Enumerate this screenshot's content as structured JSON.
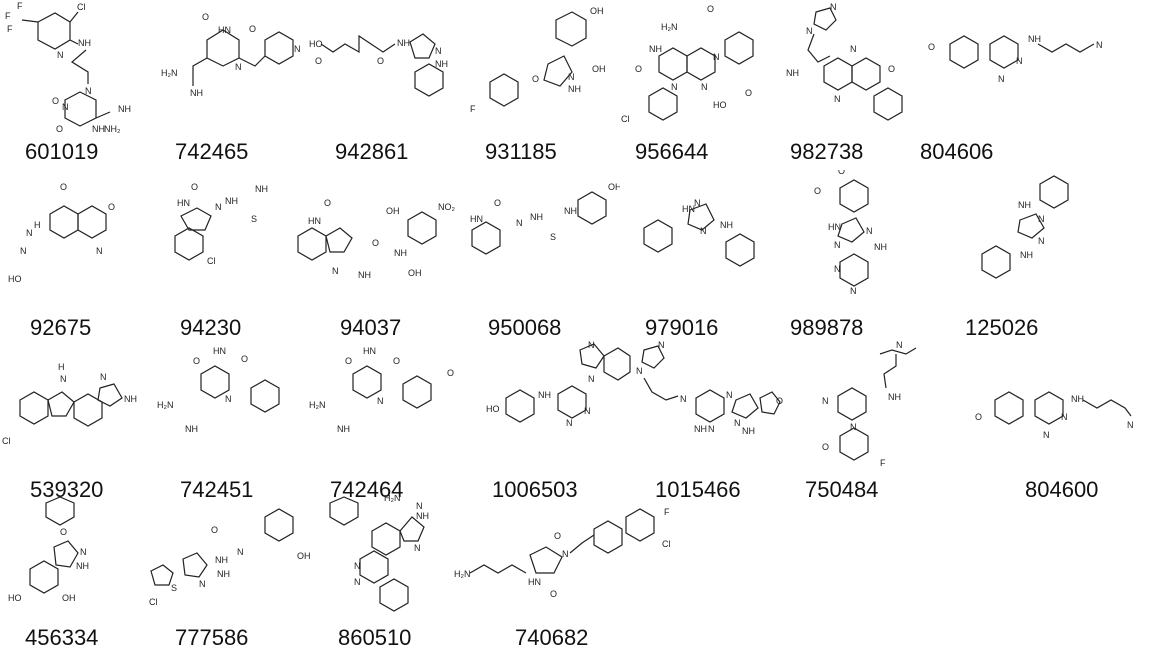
{
  "compounds": [
    {
      "id": "601019"
    },
    {
      "id": "742465"
    },
    {
      "id": "942861"
    },
    {
      "id": "931185"
    },
    {
      "id": "956644"
    },
    {
      "id": "982738"
    },
    {
      "id": "804606"
    },
    {
      "id": "92675"
    },
    {
      "id": "94230"
    },
    {
      "id": "94037"
    },
    {
      "id": "950068"
    },
    {
      "id": "979016"
    },
    {
      "id": "989878"
    },
    {
      "id": "125026"
    },
    {
      "id": "539320"
    },
    {
      "id": "742451"
    },
    {
      "id": "742464"
    },
    {
      "id": "1006503"
    },
    {
      "id": "1015466"
    },
    {
      "id": "750484"
    },
    {
      "id": "804600"
    },
    {
      "id": "456334"
    },
    {
      "id": "777586"
    },
    {
      "id": "860510"
    },
    {
      "id": "740682"
    }
  ],
  "atom_labels": {
    "m0": [
      "F",
      "F",
      "F",
      "Cl",
      "N",
      "NH",
      "N",
      "O",
      "N",
      "O",
      "NH",
      "NH",
      "NH₂"
    ],
    "m1": [
      "O",
      "HN",
      "O",
      "N",
      "H₂N",
      "NH",
      "N"
    ],
    "m2": [
      "HO",
      "O",
      "O",
      "NH",
      "N",
      "NH"
    ],
    "m3": [
      "OH",
      "OH",
      "O",
      "F",
      "NH",
      "N"
    ],
    "m4": [
      "H₂N",
      "O",
      "NH",
      "O",
      "N",
      "N",
      "N",
      "HO",
      "O",
      "Cl"
    ],
    "m5": [
      "N",
      "N",
      "N",
      "NH",
      "N",
      "O"
    ],
    "m6": [
      "O",
      "N",
      "N",
      "NH",
      "N"
    ],
    "m7": [
      "O",
      "O",
      "H",
      "N",
      "N",
      "HO",
      "N"
    ],
    "m8": [
      "O",
      "HN",
      "N",
      "NH",
      "NH",
      "S",
      "Cl"
    ],
    "m9": [
      "O",
      "HN",
      "N",
      "NH",
      "O",
      "NO₂",
      "OH",
      "NH",
      "OH"
    ],
    "m10": [
      "O",
      "HN",
      "N",
      "NH",
      "NH",
      "S",
      "OH"
    ],
    "m11": [
      "N",
      "N",
      "HN",
      "NH"
    ],
    "m12": [
      "O",
      "O",
      "HN",
      "N",
      "N",
      "NH",
      "N",
      "N"
    ],
    "m13": [
      "NH",
      "N",
      "N",
      "NH"
    ],
    "m14": [
      "H",
      "N",
      "N",
      "NH",
      "Cl"
    ],
    "m15": [
      "O",
      "HN",
      "O",
      "N",
      "H₂N",
      "NH"
    ],
    "m16": [
      "O",
      "HN",
      "O",
      "N",
      "H₂N",
      "NH",
      "O"
    ],
    "m17": [
      "N",
      "N",
      "HO",
      "NH",
      "N",
      "N"
    ],
    "m18": [
      "N",
      "N",
      "N",
      "NH",
      "N",
      "N",
      "N",
      "NH",
      "O"
    ],
    "m19": [
      "N",
      "NH",
      "N",
      "N",
      "O",
      "F"
    ],
    "m20": [
      "O",
      "NH",
      "N",
      "N",
      "N"
    ],
    "m21": [
      "O",
      "N",
      "NH",
      "HO",
      "OH"
    ],
    "m22": [
      "O",
      "N",
      "NH",
      "N",
      "NH",
      "S",
      "Cl",
      "OH"
    ],
    "m23": [
      "H₂N",
      "N",
      "NH",
      "N",
      "N",
      "N"
    ],
    "m24": [
      "H₂N",
      "O",
      "N",
      "HN",
      "O",
      "F",
      "Cl"
    ]
  }
}
